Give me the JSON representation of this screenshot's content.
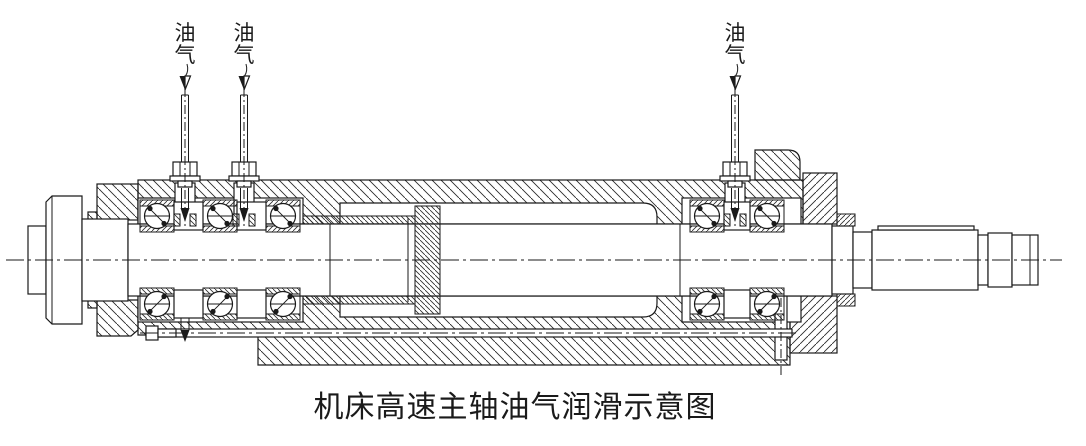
{
  "diagram": {
    "caption": "机床高速主轴油气润滑示意图",
    "background_color": "#ffffff",
    "line_color": "#1a1a1a",
    "oil_air_points": [
      {
        "char1": "油",
        "char2": "气"
      },
      {
        "char1": "油",
        "char2": "气"
      },
      {
        "char1": "油",
        "char2": "气"
      }
    ]
  }
}
